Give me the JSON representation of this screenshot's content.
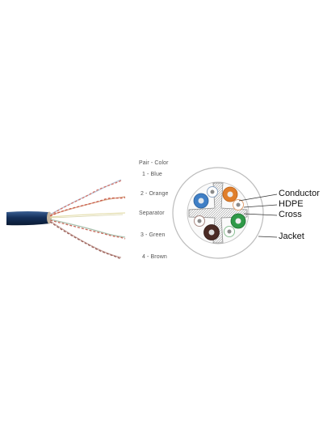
{
  "pair_legend": {
    "heading": "Pair - Color",
    "items": [
      "1 - Blue",
      "2 - Orange",
      "Separator",
      "3 - Green",
      "4 - Brown"
    ]
  },
  "cross_section": {
    "labels": [
      "Conductor",
      "HDPE",
      "Cross",
      "Jacket"
    ]
  },
  "colors": {
    "cable_jacket": "#15305a",
    "blue_pair": "#3f7fc6",
    "orange_pair": "#e07f2c",
    "green_pair": "#2f9a48",
    "brown_pair": "#4a2a24",
    "outline": "#bcbcbc"
  }
}
